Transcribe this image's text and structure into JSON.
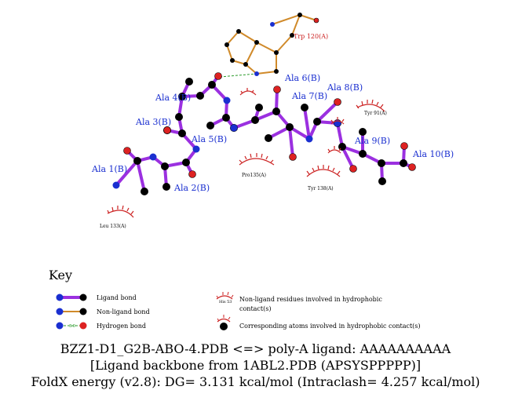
{
  "ligand_labels": [
    {
      "id": "ala1",
      "text": "Ala 1(B)"
    },
    {
      "id": "ala2",
      "text": "Ala 2(B)"
    },
    {
      "id": "ala3",
      "text": "Ala 3(B)"
    },
    {
      "id": "ala4",
      "text": "Ala 4(B)"
    },
    {
      "id": "ala5",
      "text": "Ala 5(B)"
    },
    {
      "id": "ala6",
      "text": "Ala 6(B)"
    },
    {
      "id": "ala7",
      "text": "Ala 7(B)"
    },
    {
      "id": "ala8",
      "text": "Ala 8(B)"
    },
    {
      "id": "ala9",
      "text": "Ala 9(B)"
    },
    {
      "id": "ala10",
      "text": "Ala 10(B)"
    }
  ],
  "residue_labels": {
    "trp120": "Trp 120(A)",
    "tyr91": "Tyr 91(A)",
    "pro135": "Pro135(A)",
    "tyr138": "Tyr 138(A)",
    "leu133": "Leu 133(A)"
  },
  "key": {
    "title": "Key",
    "ligand_bond": "Ligand bond",
    "nonligand_bond": "Non-ligand bond",
    "hbond": "Hydrogen bond",
    "hbond_distance": "3.0",
    "hydrophobic_residues_line1": "Non-ligand residues involved in hydrophobic",
    "hydrophobic_residues_line2": "contact(s)",
    "hydrophobic_example": "His 53",
    "corresponding_atoms": "Corresponding atoms involved in hydrophobic contact(s)"
  },
  "caption": {
    "line1": "BZZ1-D1_G2B-ABO-4.PDB <=> poly-A ligand: AAAAAAAAAA",
    "line2": "[Ligand backbone from 1ABL2.PDB (APSYSPPPPP)]",
    "line3": "FoldX energy (v2.8): DG= 3.131 kcal/mol (Intraclash= 4.257 kcal/mol)"
  },
  "colors": {
    "ligand_bond": "#9b30e0",
    "nonligand_bond": "#d08a2a",
    "hbond": "#2a9a2a",
    "carbon": "#000000",
    "nitrogen": "#1a2fd0",
    "oxygen": "#dd2222",
    "hydrophobic": "#cc2222",
    "label_blue": "#1a2fd0"
  }
}
